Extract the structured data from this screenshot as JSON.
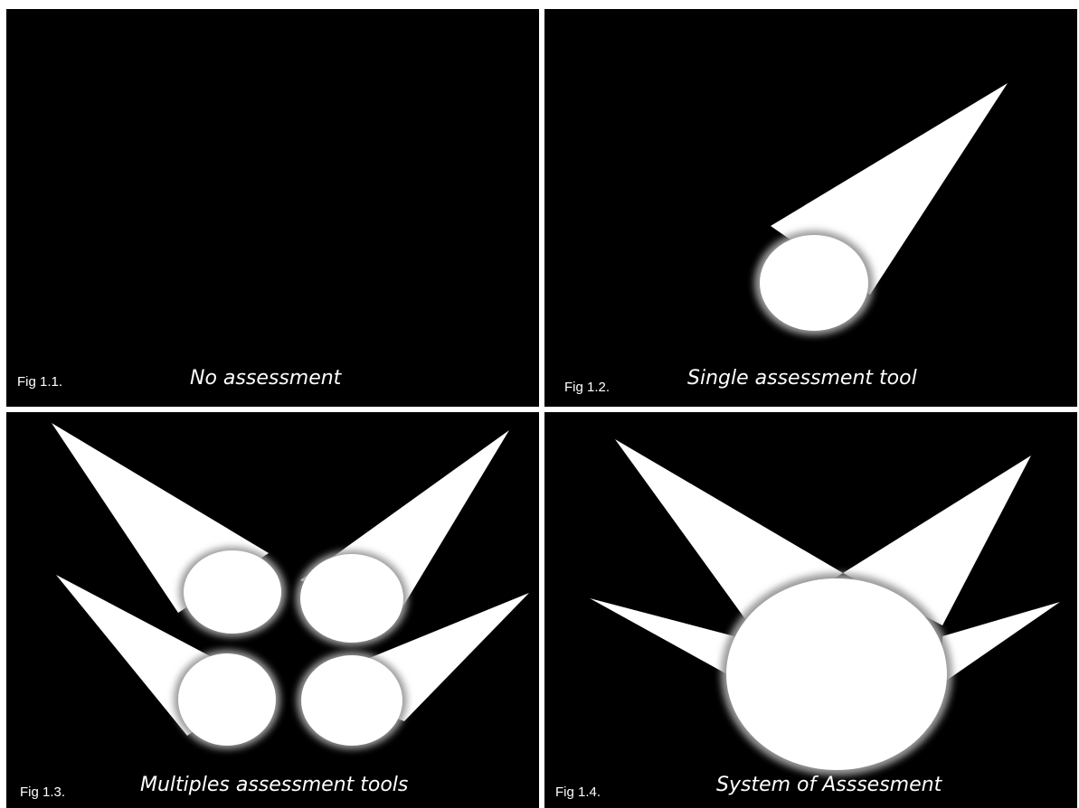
{
  "panels": [
    {
      "fig": "Fig 1.1.",
      "caption": "No assessment"
    },
    {
      "fig": "Fig 1.2.",
      "caption": "Single assessment tool"
    },
    {
      "fig": "Fig 1.3.",
      "caption": "Multiples assessment tools"
    },
    {
      "fig": "Fig 1.4.",
      "caption": "System of Asssesment"
    }
  ],
  "colors": {
    "background": "#000000",
    "beam": "#ffffff",
    "divider": "#ffffff"
  }
}
